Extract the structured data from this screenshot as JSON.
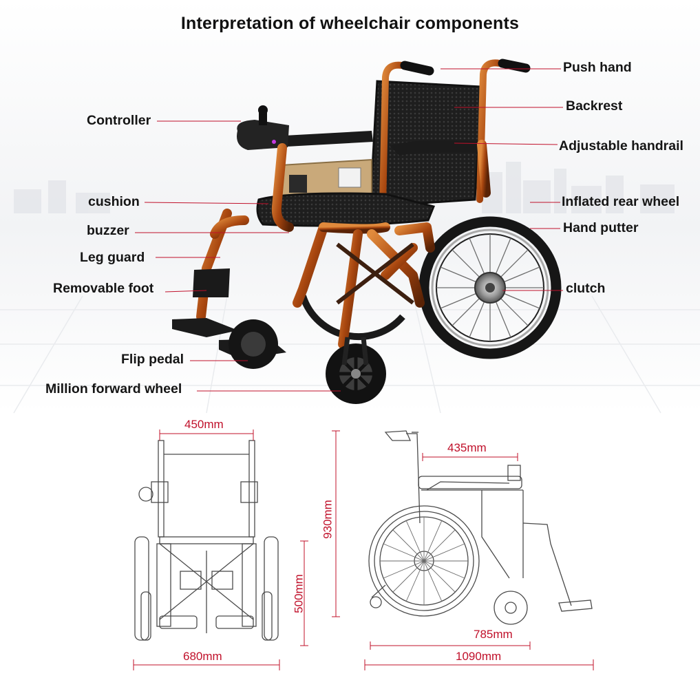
{
  "title": "Interpretation of wheelchair components",
  "labels": {
    "push_hand": "Push hand",
    "backrest": "Backrest",
    "controller": "Controller",
    "adjustable_handrail": "Adjustable handrail",
    "cushion": "cushion",
    "inflated_rear_wheel": "Inflated rear wheel",
    "buzzer": "buzzer",
    "hand_putter": "Hand putter",
    "leg_guard": "Leg guard",
    "removable_foot": "Removable foot",
    "clutch": "clutch",
    "flip_pedal": "Flip pedal",
    "million_forward_wheel": "Million forward wheel"
  },
  "dimensions": {
    "front_width_top": "450mm",
    "front_seat_height": "500mm",
    "front_overall_width": "680mm",
    "side_seat_depth": "435mm",
    "side_overall_height": "930mm",
    "side_wheelbase": "785mm",
    "side_overall_length": "1090mm"
  },
  "colors": {
    "frame_orange": "#b5531a",
    "frame_dark": "#5a2306",
    "mesh_black": "#1c1c1c",
    "leader_red": "#c0102a",
    "dimension_red": "#c0102a"
  }
}
